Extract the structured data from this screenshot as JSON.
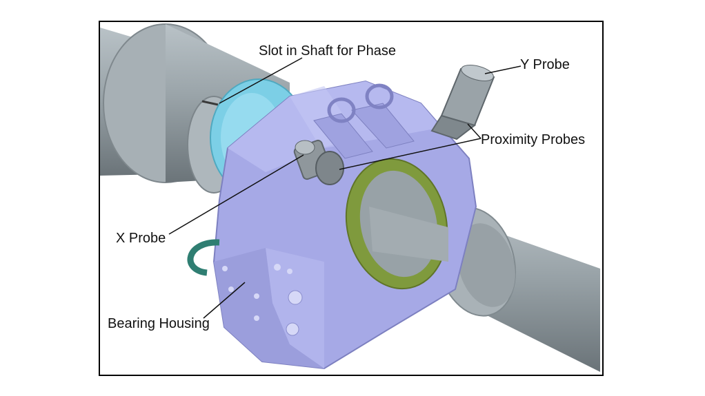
{
  "labels": {
    "slot": "Slot in Shaft for Phase",
    "y_probe": "Y Probe",
    "proximity_probes": "Proximity Probes",
    "x_probe": "X Probe",
    "bearing_housing": "Bearing Housing"
  },
  "colors": {
    "shaft": "#8e979c",
    "housing": "#a6a9e6",
    "coupling": "#7ccfe6",
    "seal_ring": "#7f9a3d",
    "loop": "#2f7e72"
  }
}
